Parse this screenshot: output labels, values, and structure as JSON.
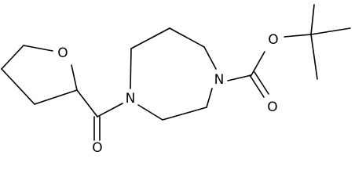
{
  "molecule": {
    "atoms": {
      "ring_oxygen": "O",
      "amide_nitrogen": "N",
      "carbamate_nitrogen": "N",
      "amide_carbonyl_oxygen": "O",
      "ester_oxygen": "O",
      "carbamate_carbonyl_oxygen": "O"
    }
  }
}
